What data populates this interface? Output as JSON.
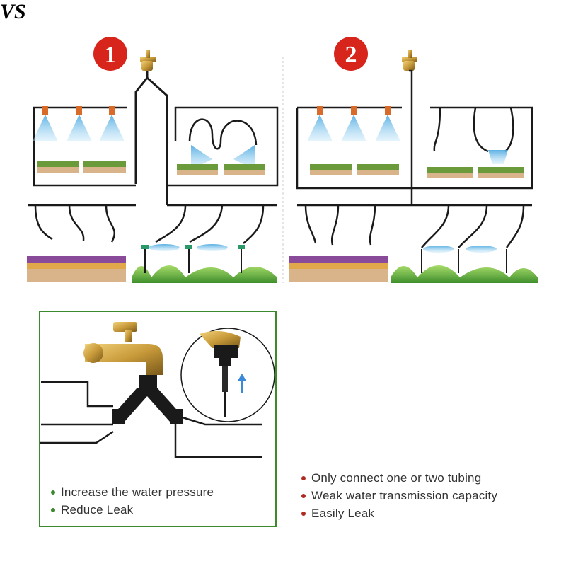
{
  "badges": {
    "left": "1",
    "right": "2"
  },
  "vs_label": "VS",
  "left_panel": {
    "benefits": [
      "Increase the water pressure",
      "Reduce Leak"
    ]
  },
  "right_panel": {
    "drawbacks": [
      "Only connect one or two tubing",
      "Weak water transmission capacity",
      "Easily Leak"
    ]
  },
  "colors": {
    "badge_red": "#d8251b",
    "left_frame_green": "#3c8a2e",
    "right_frame_red": "#8a2a22",
    "tubing_black": "#1a1a1a",
    "brass": "#c89a3a",
    "mist_blue": "#7cc4ec",
    "grass_green": "#6fbf4a",
    "connector_green": "#4aa94a"
  },
  "icons": [
    "brass-faucet-icon",
    "y-splitter-icon",
    "mist-nozzle-icon",
    "flower-pot-icon",
    "lawn-sprinkler-icon",
    "vs-leaf-icon",
    "arrow-up-icon"
  ]
}
